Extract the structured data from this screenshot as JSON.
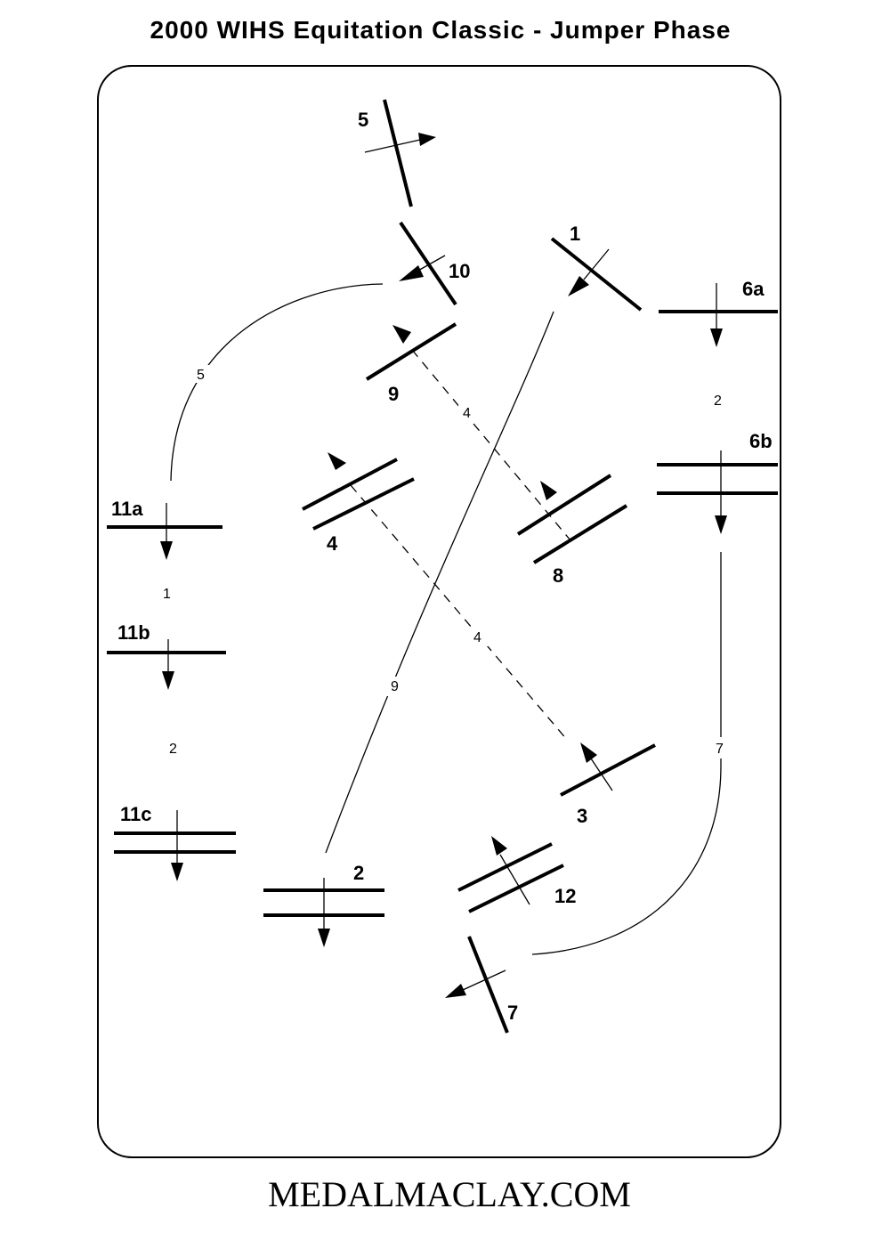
{
  "title": "2000 WIHS Equitation Classic - Jumper Phase",
  "footer": "MEDALMACLAY.COM",
  "fences": {
    "f1": "1",
    "f2": "2",
    "f3": "3",
    "f4": "4",
    "f5": "5",
    "f6a": "6a",
    "f6b": "6b",
    "f7": "7",
    "f8": "8",
    "f9": "9",
    "f10": "10",
    "f11a": "11a",
    "f11b": "11b",
    "f11c": "11c",
    "f12": "12"
  },
  "strides": {
    "s10_11a": "5",
    "s11a_11b": "1",
    "s11b_11c": "2",
    "s6a_6b": "2",
    "s8_9": "4",
    "s3_4": "4",
    "s1_2": "9",
    "s6b_7": "7"
  }
}
